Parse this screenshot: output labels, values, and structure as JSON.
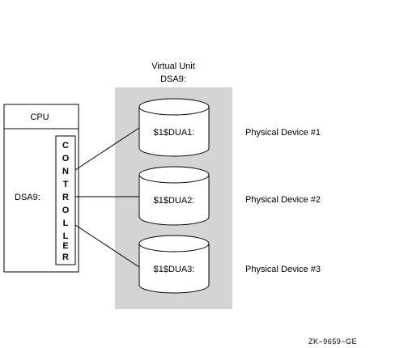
{
  "virtual_unit": {
    "title_line1": "Virtual Unit",
    "title_line2": "DSA9:"
  },
  "cpu": {
    "label": "CPU",
    "device_label": "DSA9:",
    "controller_letters": [
      "C",
      "O",
      "N",
      "T",
      "R",
      "O",
      "L",
      "L",
      "E",
      "R"
    ]
  },
  "disks": [
    {
      "label": "$1$DUA1:",
      "device": "Physical Device #1"
    },
    {
      "label": "$1$DUA2:",
      "device": "Physical Device #2"
    },
    {
      "label": "$1$DUA3:",
      "device": "Physical Device #3"
    }
  ],
  "figure_id": "ZK−9659−GE",
  "colors": {
    "shadow_box": "#d4d4d4",
    "line": "#000000",
    "fill": "#ffffff"
  }
}
